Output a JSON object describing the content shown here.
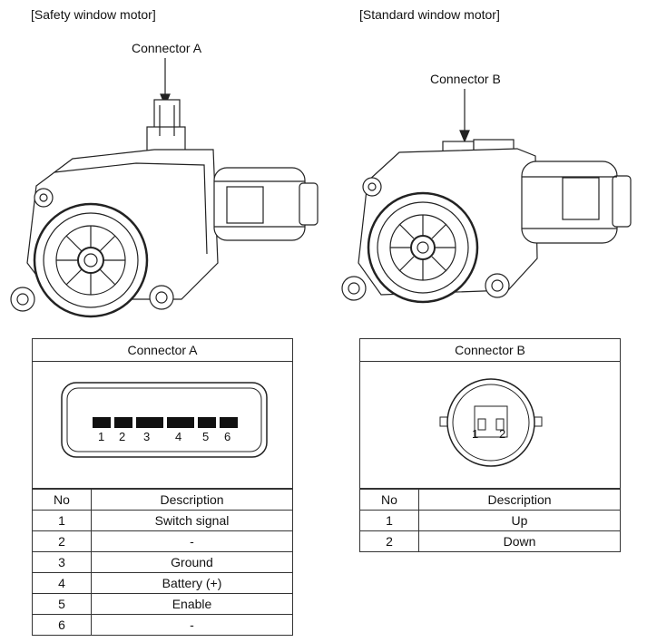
{
  "left_heading": "[Safety window motor]",
  "right_heading": "[Standard window motor]",
  "callout_a": "Connector A",
  "callout_b": "Connector B",
  "connector_a": {
    "title": "Connector A",
    "pins": [
      "1",
      "2",
      "3",
      "4",
      "5",
      "6"
    ],
    "table": {
      "headers": [
        "No",
        "Description"
      ],
      "rows": [
        [
          "1",
          "Switch signal"
        ],
        [
          "2",
          "-"
        ],
        [
          "3",
          "Ground"
        ],
        [
          "4",
          "Battery (+)"
        ],
        [
          "5",
          "Enable"
        ],
        [
          "6",
          "-"
        ]
      ]
    }
  },
  "connector_b": {
    "title": "Connector B",
    "pins": [
      "1",
      "2"
    ],
    "table": {
      "headers": [
        "No",
        "Description"
      ],
      "rows": [
        [
          "1",
          "Up"
        ],
        [
          "2",
          "Down"
        ]
      ]
    }
  }
}
